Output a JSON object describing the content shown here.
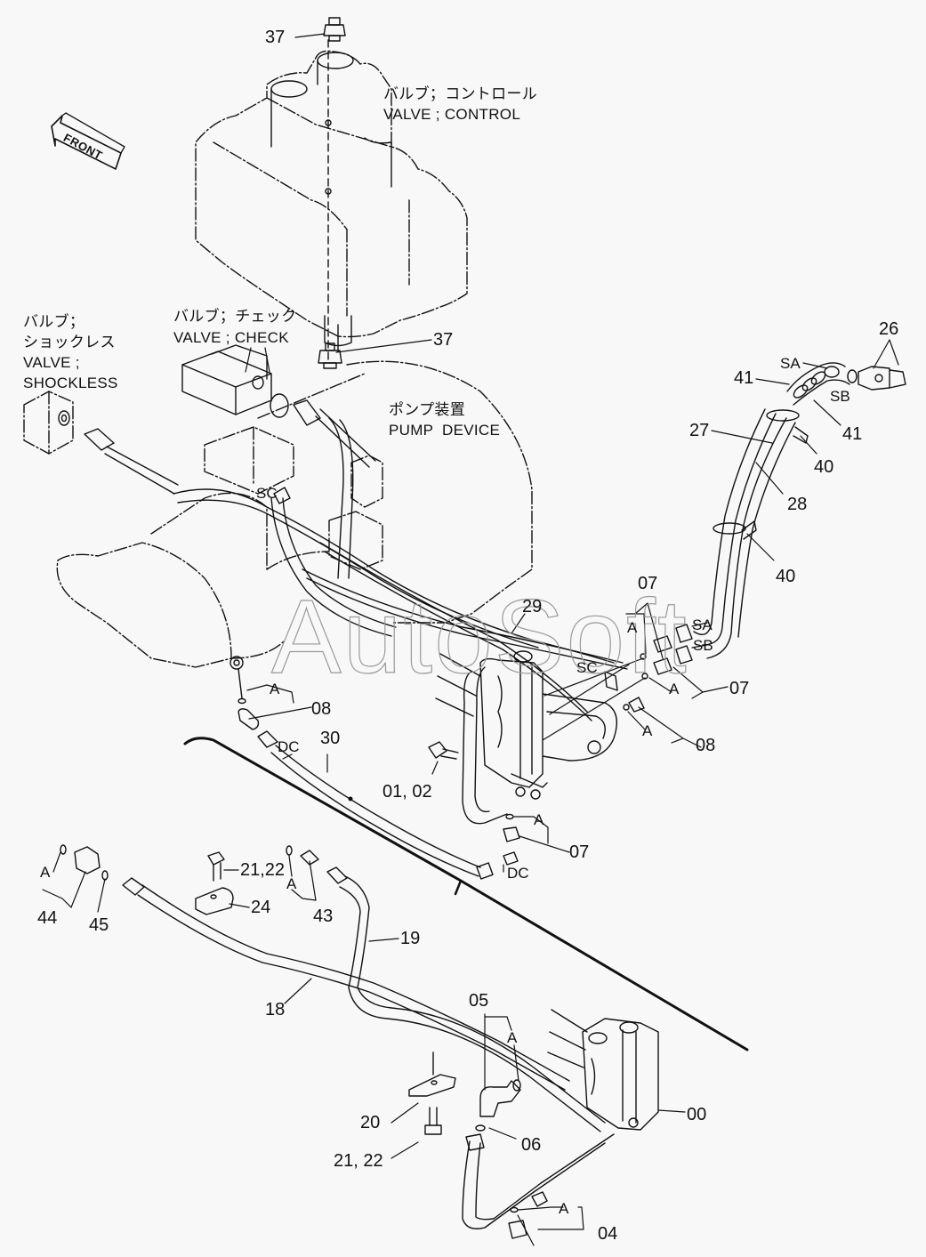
{
  "diagram": {
    "title": "Hydraulic piping parts diagram — control valve, pump device, pilot lines",
    "watermark": "AutoSoft",
    "front_indicator": "FRONT",
    "captions": {
      "control_valve_jp": "バルブ；コントロール",
      "control_valve_en": "VALVE ; CONTROL",
      "shockless_valve_jp_1": "バルブ；",
      "shockless_valve_jp_2": "ショックレス",
      "shockless_valve_en_1": "VALVE ;",
      "shockless_valve_en_2": "SHOCKLESS",
      "check_valve_jp": "バルブ；チェック",
      "check_valve_en": "VALVE ; CHECK",
      "pump_device_jp": "ポンプ装置",
      "pump_device_en": "PUMP  DEVICE"
    },
    "part_callouts": {
      "p37_top": "37",
      "p37_mid": "37",
      "p26": "26",
      "sa_top": "SA",
      "sb_top": "SB",
      "p41_left": "41",
      "p41_right": "41",
      "p27": "27",
      "p40_top": "40",
      "p28": "28",
      "p40_bottom": "40",
      "p07_top": "07",
      "a_07_top": "A",
      "sa_mid": "SA",
      "sb_mid": "SB",
      "p29": "29",
      "sc_mid": "SC",
      "sc_left": "SC",
      "a_07_mid": "A",
      "p07_mid": "07",
      "a_08_right": "A",
      "p08_right": "08",
      "a_08_left": "A",
      "p08_left": "08",
      "dc_left": "DC",
      "p30": "30",
      "p01_02": "01, 02",
      "a_07_low": "A",
      "p07_low": "07",
      "dc_right": "DC",
      "a_44": "A",
      "p44": "44",
      "p45": "45",
      "p21_22_top": "21,22",
      "p24": "24",
      "a_43": "A",
      "p43": "43",
      "p19": "19",
      "p18": "18",
      "p05": "05",
      "a_05": "A",
      "p20": "20",
      "p21_22_bottom": "21, 22",
      "p06": "06",
      "p00": "00",
      "a_04": "A",
      "p04": "04"
    }
  }
}
